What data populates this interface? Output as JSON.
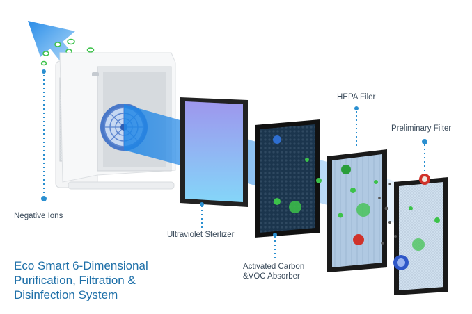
{
  "image": {
    "labels": {
      "negative_ions": "Negative Ions",
      "uv_sterilizer": "Ultraviolet Sterlizer",
      "activated_carbon": "Activated Carbon\n&VOC Absorber",
      "hepa": "HEPA Filer",
      "preliminary": "Preliminary Filter"
    },
    "headline": "Eco Smart 6-Dimensional\nPurification, Filtration &\nDisinfection System",
    "colors": {
      "accent_blue": "#1d6fa8",
      "leader_dots": "#2a8fd0",
      "air_beam": "#2f8fe0",
      "uv_gradient_top": "#c89cf0",
      "uv_gradient_bottom": "#a6f0ff",
      "frame": "#2b2b2b",
      "particles_green": "#3cc24a",
      "particles_red": "#d0322a"
    }
  }
}
